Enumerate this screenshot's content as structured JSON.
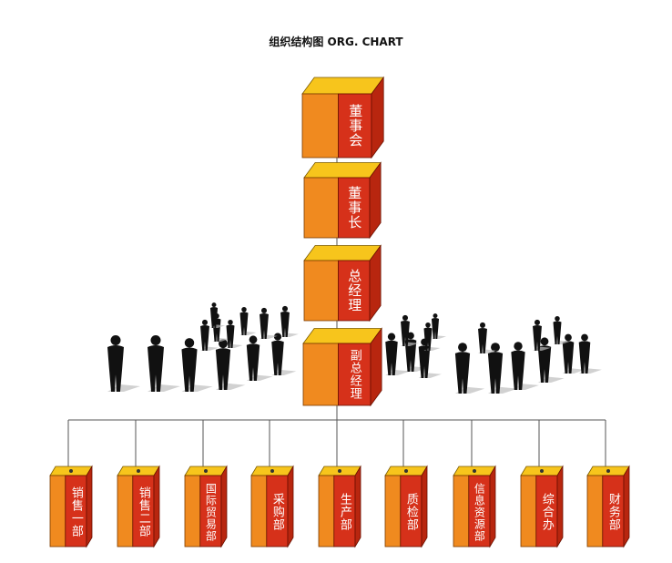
{
  "title": "组织结构图 ORG. CHART",
  "hierarchy": [
    {
      "label": "董事会"
    },
    {
      "label": "董事长"
    },
    {
      "label": "总经理"
    },
    {
      "label": "副总经理"
    }
  ],
  "departments": [
    {
      "label": "销售一部"
    },
    {
      "label": "销售二部"
    },
    {
      "label": "国际贸易部"
    },
    {
      "label": "采购部"
    },
    {
      "label": "生产部"
    },
    {
      "label": "质检部"
    },
    {
      "label": "信息资源部"
    },
    {
      "label": "综合办"
    },
    {
      "label": "财务部"
    }
  ],
  "colors": {
    "cube_top": "#f7c51c",
    "cube_left": "#f08a1f",
    "cube_right": "#d6311a",
    "line": "#555555",
    "silhouette": "#111111",
    "shadow": "#bdbdbd"
  }
}
